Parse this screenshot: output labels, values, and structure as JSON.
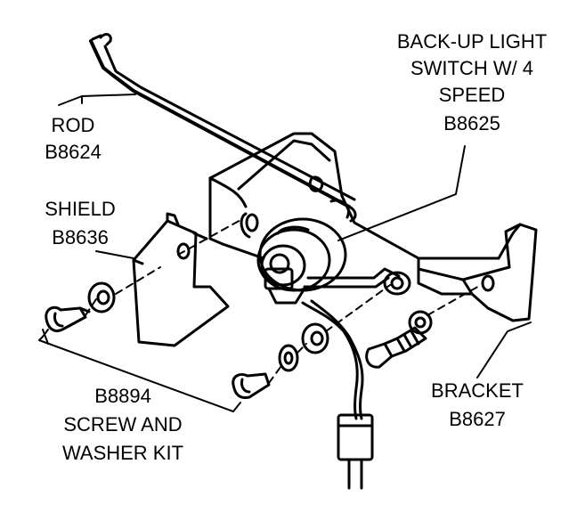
{
  "callouts": {
    "switch": {
      "line1": "BACK-UP LIGHT",
      "line2": "SWITCH W/ 4",
      "line3": "SPEED",
      "part": "B8625"
    },
    "rod": {
      "name": "ROD",
      "part": "B8624"
    },
    "shield": {
      "name": "SHIELD",
      "part": "B8636"
    },
    "screw_kit": {
      "part": "B8894",
      "line1": "SCREW AND",
      "line2": "WASHER KIT"
    },
    "bracket": {
      "name": "BRACKET",
      "part": "B8627"
    }
  },
  "colors": {
    "ink": "#000000",
    "paper": "#ffffff"
  }
}
